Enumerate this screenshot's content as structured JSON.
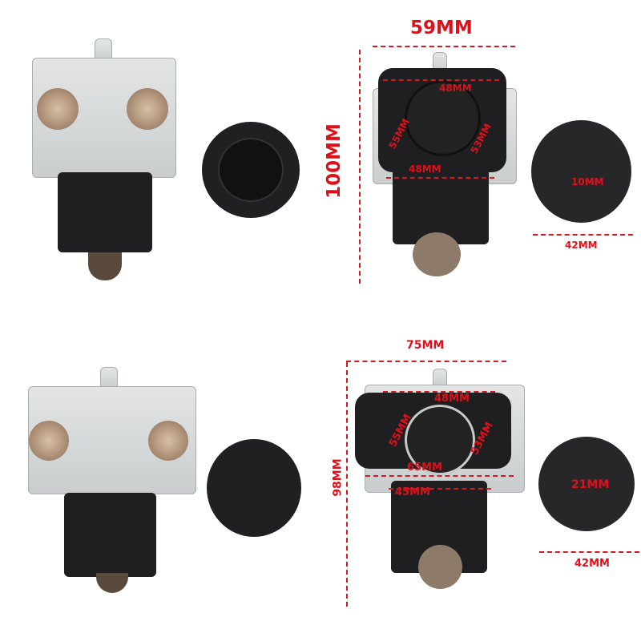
{
  "top_right": {
    "width": "59MM",
    "height": "100MM",
    "top_span": "48MM",
    "diag_left": "55MM",
    "diag_right": "53MM",
    "bottom_span": "48MM",
    "hole": "10MM",
    "base_diameter": "42MM"
  },
  "bottom_right": {
    "width": "75MM",
    "height": "98MM",
    "top_span": "48MM",
    "diag_left": "55MM",
    "diag_right": "53MM",
    "mid_span": "65MM",
    "bottom_span": "45MM",
    "inner": "21MM",
    "base_diameter": "42MM"
  },
  "colors": {
    "dimension": "#e0101a",
    "plastic": "#1f1f21",
    "metal": "#cfd3d3"
  }
}
